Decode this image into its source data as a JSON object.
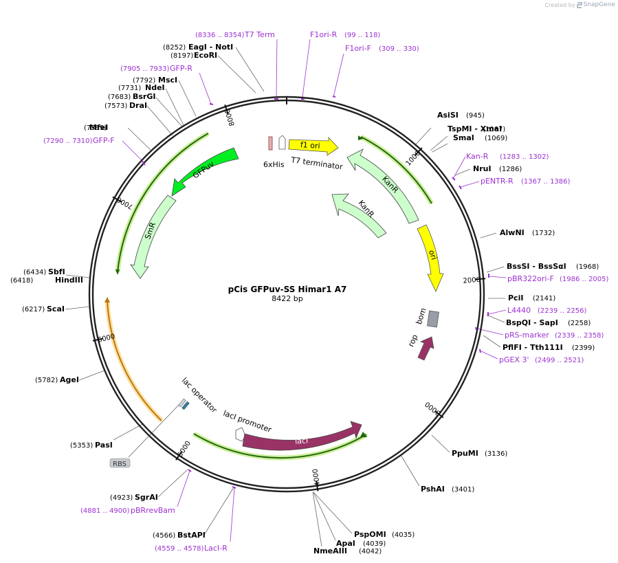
{
  "plasmid": {
    "name": "pCis GFPuv-SS Himar1  A7",
    "length": 8422,
    "length_label": "8422 bp"
  },
  "watermark": {
    "prefix": "Created by",
    "brand": "SnapGene"
  },
  "colors": {
    "backbone": "#222222",
    "enzyme_text": "#000000",
    "primer": "#9b30d0",
    "leader": "#666666",
    "yellow_feature": "#ffff00",
    "kanr": "#ccffcc",
    "gfp": "#00ee22",
    "laci": "#993366",
    "rop": "#993366",
    "bom": "#999da8",
    "promoter": "#ffffff",
    "operator": "#2a7fa0",
    "rbs": "#c8ccd0",
    "orf_green": "#226611",
    "orf_green_glow": "#ccf099",
    "orf_orange": "#bb7711",
    "orf_orange_glow": "#ffe0a0"
  },
  "ticks": [
    "1000",
    "2000",
    "3000",
    "4000",
    "5000",
    "6000",
    "7000",
    "8000"
  ],
  "enzymes": [
    {
      "name": "AsiSI",
      "pos": "(945)"
    },
    {
      "name": "TspMI - XmaI",
      "pos": "(1067)"
    },
    {
      "name": "SmaI",
      "pos": "(1069)"
    },
    {
      "name": "NruI",
      "pos": "(1286)"
    },
    {
      "name": "AlwNI",
      "pos": "(1732)"
    },
    {
      "name": "BssSI - BssSαI",
      "pos": "(1968)"
    },
    {
      "name": "PciI",
      "pos": "(2141)"
    },
    {
      "name": "BspQI - SapI",
      "pos": "(2258)"
    },
    {
      "name": "PflFI - Tth111I",
      "pos": "(2399)"
    },
    {
      "name": "PpuMI",
      "pos": "(3136)"
    },
    {
      "name": "PshAI",
      "pos": "(3401)"
    },
    {
      "name": "PspOMI",
      "pos": "(4035)"
    },
    {
      "name": "ApaI",
      "pos": "(4039)"
    },
    {
      "name": "NmeAIII",
      "pos": "(4042)"
    },
    {
      "name": "BstAPI",
      "pos": "(4566)"
    },
    {
      "name": "SgrAI",
      "pos": "(4923)"
    },
    {
      "name": "PasI",
      "pos": "(5353)"
    },
    {
      "name": "AgeI",
      "pos": "(5782)"
    },
    {
      "name": "ScaI",
      "pos": "(6217)"
    },
    {
      "name": "HindIII",
      "pos": "(6418)"
    },
    {
      "name": "SbfI",
      "pos": "(6434)"
    },
    {
      "name": "MfeI",
      "pos": "(7399)"
    },
    {
      "name": "DraI",
      "pos": "(7573)"
    },
    {
      "name": "BsrGI",
      "pos": "(7683)"
    },
    {
      "name": "NdeI",
      "pos": "(7731)"
    },
    {
      "name": "MscI",
      "pos": "(7792)"
    },
    {
      "name": "EcoRI",
      "pos": "(8197)"
    },
    {
      "name": "EagI - NotI",
      "pos": "(8252)"
    }
  ],
  "primers": [
    {
      "name": "T7 Term",
      "pos": "(8336 .. 8354)"
    },
    {
      "name": "F1ori-R",
      "pos": "(99 .. 118)"
    },
    {
      "name": "F1ori-F",
      "pos": "(309 .. 330)"
    },
    {
      "name": "GFP-R",
      "pos": "(7905 .. 7933)"
    },
    {
      "name": "GFP-F",
      "pos": "(7290 .. 7310)"
    },
    {
      "name": "Kan-R",
      "pos": "(1283 .. 1302)"
    },
    {
      "name": "pENTR-R",
      "pos": "(1367 .. 1386)"
    },
    {
      "name": "pBR322ori-F",
      "pos": "(1986 .. 2005)"
    },
    {
      "name": "L4440",
      "pos": "(2239 .. 2256)"
    },
    {
      "name": "pRS-marker",
      "pos": "(2339 .. 2358)"
    },
    {
      "name": "pGEX 3'",
      "pos": "(2499 .. 2521)"
    },
    {
      "name": "pBRrevBam",
      "pos": "(4881 .. 4900)"
    },
    {
      "name": "LacI-R",
      "pos": "(4559 .. 4578)"
    }
  ],
  "features": {
    "f1_ori": "f1 ori",
    "t7_terminator": "T7 terminator",
    "his_tag": "6xHis",
    "kanr_a": "KanR",
    "kanr_b": "KanR",
    "ori": "ori",
    "bom": "bom",
    "rop": "rop",
    "gfpuv": "GFPuv",
    "smr": "SmR",
    "lac_operator": "lac operator",
    "laci_promoter": "lacI promoter",
    "laci": "lacI",
    "rbs": "RBS"
  }
}
